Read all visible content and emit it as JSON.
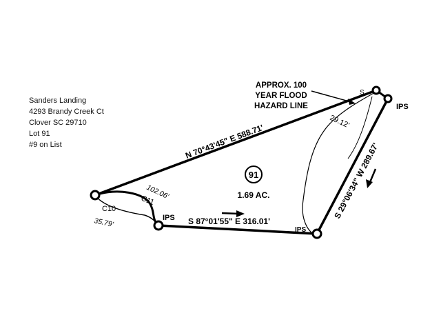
{
  "info": {
    "subdivision": "Sanders Landing",
    "street": "4293 Brandy Creek Ct",
    "city": "Clover SC 29710",
    "lot": "Lot 91",
    "list": "#9 on List"
  },
  "plat": {
    "lot_number": "91",
    "area": "1.69 AC.",
    "north_bearing": "N 70°43'45\" E  588.71'",
    "south_bearing": "S 87°01'55\" E  316.01'",
    "east_bearing": "S 29°06'34\" W  289.67'",
    "flood_label": [
      "APPROX. 100",
      "YEAR FLOOD",
      "HAZARD LINE"
    ],
    "flood_dist": "29.12'",
    "s_mark": "S",
    "c10": "C10",
    "c10_dist": "35.79'",
    "c11": "C11",
    "c11_dist": "102.06'",
    "ips": "IPS"
  }
}
